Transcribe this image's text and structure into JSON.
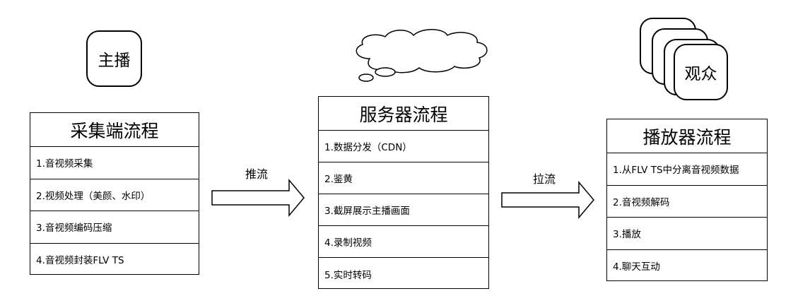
{
  "actors": {
    "broadcaster": "主播",
    "audience": "观众"
  },
  "capture": {
    "title": "采集端流程",
    "items": [
      "1.音视频采集",
      "2.视频处理（美颜、水印）",
      "3.音视频编码压缩",
      "4.音视频封装FLV TS"
    ]
  },
  "server": {
    "title": "服务器流程",
    "items": [
      "1.数据分发（CDN）",
      "2.鉴黄",
      "3.截屏展示主播画面",
      "4.录制视频",
      "5.实时转码"
    ]
  },
  "player": {
    "title": "播放器流程",
    "items": [
      "1.从FLV TS中分离音视频数据",
      "2.音视频解码",
      "3.播放",
      "4.聊天互动"
    ]
  },
  "arrows": {
    "push": "推流",
    "pull": "拉流"
  }
}
